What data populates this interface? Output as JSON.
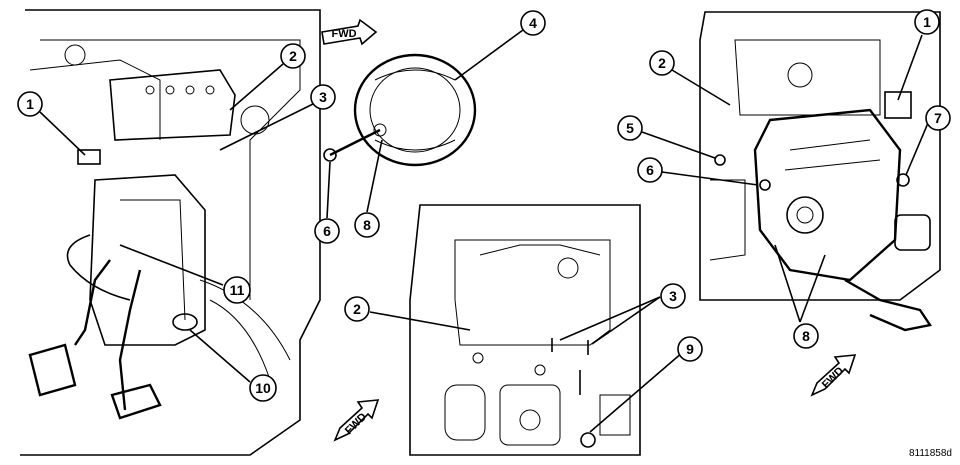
{
  "figure_id": "8111858d",
  "fwd_label": "FWD",
  "callouts": {
    "left": [
      "1",
      "2",
      "3",
      "4",
      "6",
      "8",
      "11",
      "10"
    ],
    "center": [
      "2",
      "3",
      "9"
    ],
    "right": [
      "1",
      "2",
      "5",
      "6",
      "7",
      "8"
    ]
  }
}
